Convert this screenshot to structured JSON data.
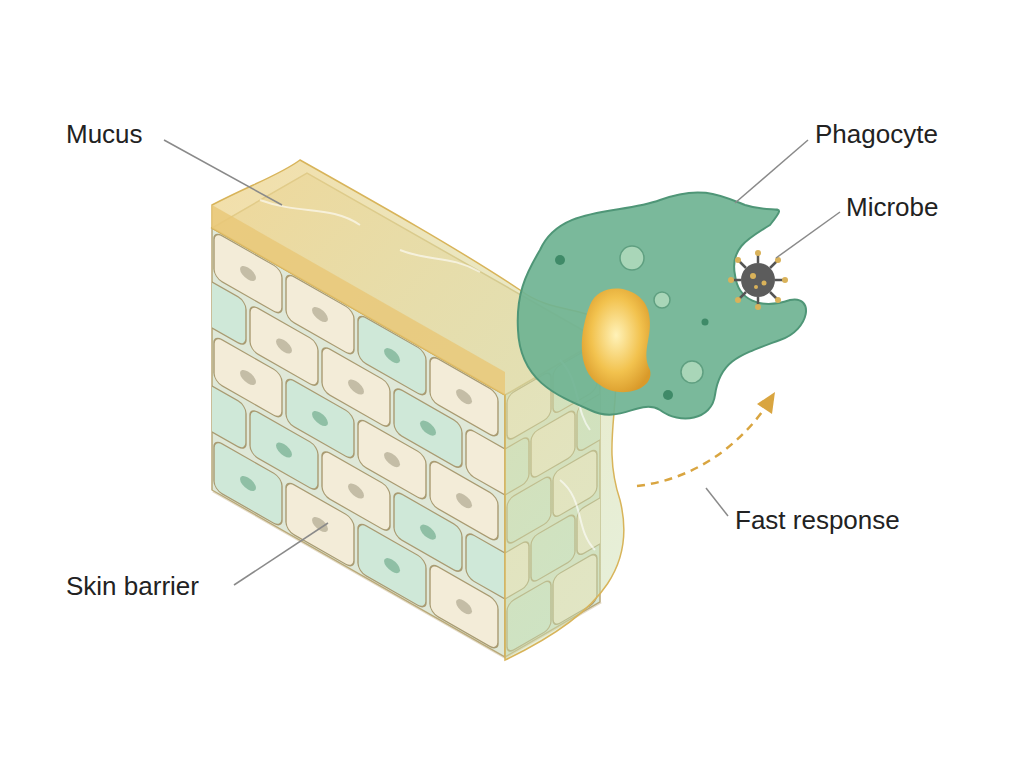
{
  "diagram": {
    "labels": [
      "Mucus",
      "Phagocyte",
      "Microbe",
      "Skin barrier",
      "Fast response"
    ]
  }
}
